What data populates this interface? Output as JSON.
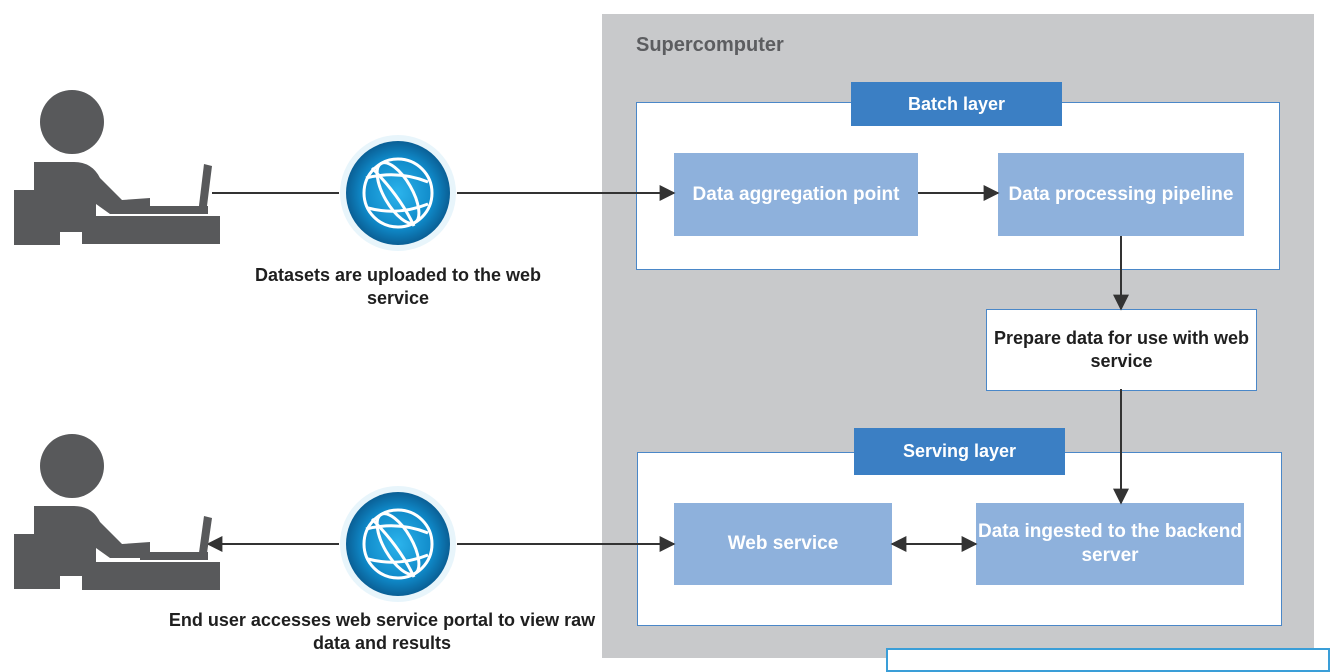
{
  "supercomputer": {
    "title": "Supercomputer"
  },
  "batch_layer": {
    "label": "Batch layer",
    "nodes": [
      "Data aggregation point",
      "Data processing pipeline"
    ]
  },
  "prepare": {
    "label": "Prepare data for use with web service"
  },
  "serving_layer": {
    "label": "Serving layer",
    "nodes": [
      "Web service",
      "Data ingested to the backend server"
    ]
  },
  "upload": {
    "caption": "Datasets are uploaded to the web service"
  },
  "access": {
    "caption": "End user accesses web service portal to view raw data and results"
  },
  "icons": {
    "user": "person-at-laptop-icon",
    "web": "globe-icon"
  },
  "colors": {
    "container": "#c8c9cb",
    "tab": "#3b7fc4",
    "node": "#8eb1dc",
    "border": "#4a87c8",
    "person": "#58595b",
    "globe": "#1a9bd7"
  }
}
